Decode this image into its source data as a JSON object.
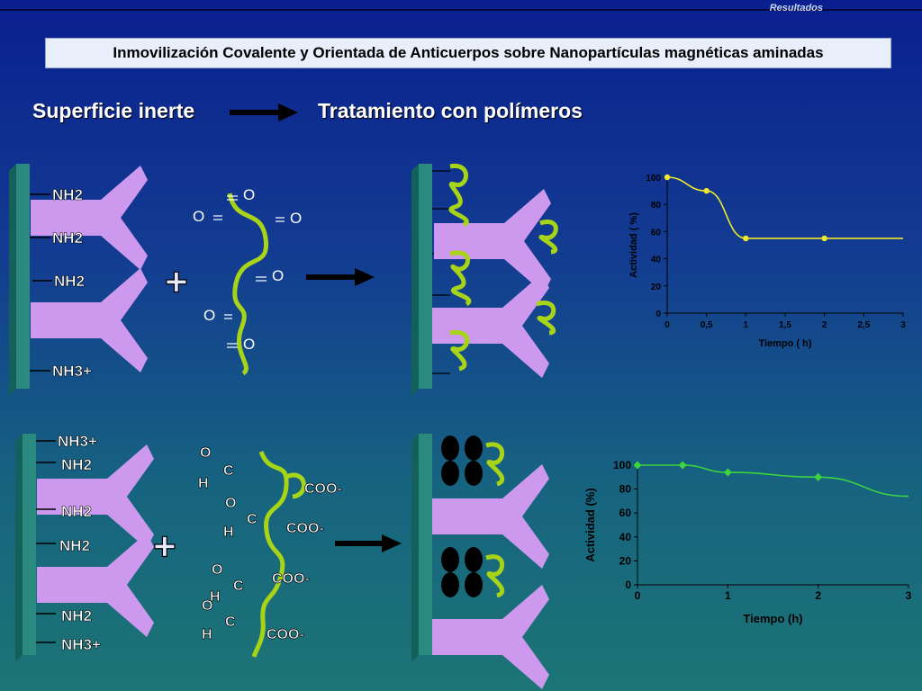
{
  "header": {
    "section": "Resultados"
  },
  "title": "Inmovilización Covalente y Orientada de Anticuerpos sobre Nanopartículas magnéticas aminadas",
  "headings": {
    "left": "Superficie inerte",
    "right": "Tratamiento con polímeros"
  },
  "diagram_top": {
    "surface_groups": [
      "NH2",
      "NH2",
      "NH2",
      "NH3+"
    ],
    "plus": "+",
    "oxygen_labels": [
      "O",
      "O",
      "O",
      "O",
      "O",
      "O"
    ]
  },
  "diagram_bottom": {
    "surface_groups": [
      "NH3+",
      "NH2",
      "NH2",
      "NH2",
      "NH2",
      "NH3+"
    ],
    "plus": "+",
    "aldehyde_atoms": {
      "o": "O",
      "c": "C",
      "h": "H"
    },
    "carboxylate": "COO-"
  },
  "colors": {
    "antibody": "#cc99ee",
    "polymer": "#a8d418",
    "surface": "#2a8a80"
  },
  "chart_data": [
    {
      "type": "line",
      "x": [
        0,
        0.5,
        1,
        2
      ],
      "y": [
        100,
        90,
        55,
        55
      ],
      "curve_end_value": 55,
      "xlabel": "Tiempo ( h)",
      "ylabel": "Actividad ( %)",
      "xlim": [
        0,
        3
      ],
      "ylim": [
        0,
        100
      ],
      "xticks": [
        "0",
        "0,5",
        "1",
        "1,5",
        "2",
        "2,5",
        "3"
      ],
      "yticks": [
        "0",
        "20",
        "40",
        "60",
        "80",
        "100"
      ],
      "color": "#f0e82a"
    },
    {
      "type": "line",
      "x": [
        0,
        0.5,
        1,
        2
      ],
      "y": [
        100,
        100,
        94,
        90
      ],
      "curve_end_value": 74,
      "xlabel": "Tiempo (h)",
      "ylabel": "Actividad (%)",
      "xlim": [
        0,
        3
      ],
      "ylim": [
        0,
        100
      ],
      "xticks": [
        "0",
        "1",
        "2",
        "3"
      ],
      "yticks": [
        "0",
        "20",
        "40",
        "60",
        "80",
        "100"
      ],
      "color": "#3ed43e"
    }
  ]
}
